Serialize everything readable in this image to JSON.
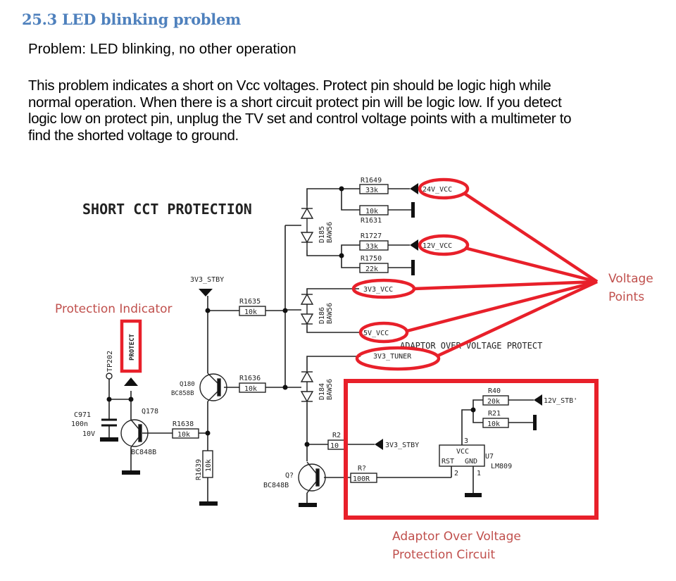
{
  "document": {
    "heading": "25.3 LED blinking problem",
    "problem_line": "Problem: LED blinking, no other operation",
    "paragraph_lines": [
      "This problem indicates a short on Vcc voltages. Protect pin should be logic high while",
      "normal operation. When there is a short circuit protect pin will be logic low. If you detect",
      "logic low on protect pin, unplug the TV set and control voltage points with a multimeter to",
      "find the shorted voltage to ground."
    ]
  },
  "schematic": {
    "title": "SHORT CCT PROTECTION",
    "adaptor_label": "ADAPTOR OVER VOLTAGE PROTECT",
    "colors": {
      "annotation_red": "#e8202a",
      "annotation_text": "#c0504d",
      "wire": "#222222"
    },
    "resistors": {
      "r1649": {
        "ref": "R1649",
        "value": "33k"
      },
      "r1631": {
        "ref": "R1631",
        "value": "10k"
      },
      "r1727": {
        "ref": "R1727",
        "value": "33k"
      },
      "r1750": {
        "ref": "R1750",
        "value": "22k"
      },
      "r1635": {
        "ref": "R1635",
        "value": "10k"
      },
      "r1636": {
        "ref": "R1636",
        "value": "10k"
      },
      "r1638": {
        "ref": "R1638",
        "value": "10k"
      },
      "r1639": {
        "ref": "R1639",
        "value": "10k"
      },
      "r2": {
        "ref": "R2",
        "value": "10"
      },
      "r7": {
        "ref": "R?",
        "value": "100R"
      },
      "r40": {
        "ref": "R40",
        "value": "20k"
      },
      "r21": {
        "ref": "R21",
        "value": "10k"
      }
    },
    "diodes": {
      "d185": {
        "ref": "D185",
        "part": "BAW56"
      },
      "d186": {
        "ref": "D186",
        "part": "BAW56"
      },
      "d184": {
        "ref": "D184",
        "part": "BAW56"
      }
    },
    "transistors": {
      "q180": {
        "ref": "Q180",
        "part": "BC858B"
      },
      "q178": {
        "ref": "Q178",
        "part": "BC848B"
      },
      "q7": {
        "ref": "Q?",
        "part": "BC848B"
      }
    },
    "capacitor": {
      "ref": "C971",
      "value": "100n",
      "voltage": "10V"
    },
    "ic": {
      "ref": "U7",
      "part": "LM809",
      "pin_vcc": "VCC",
      "pin_rst": "RST",
      "pin_gnd": "GND",
      "pin3": "3",
      "pin2": "2",
      "pin1": "1"
    },
    "test_point": "TP202",
    "protect_net": "PROTECT",
    "nets": {
      "v24": "24V_VCC",
      "v12": "12V_VCC",
      "v3v3": "3V3_VCC",
      "v5": "5V_VCC",
      "v3v3_tuner": "3V3_TUNER",
      "v3v3_stby_top": "3V3_STBY",
      "v3v3_stby_r2": "3V3_STBY",
      "v12_stby": "12V_STB'"
    }
  },
  "annotations": {
    "protection_indicator": "Protection Indicator",
    "voltage_points_line1": "Voltage",
    "voltage_points_line2": "Points",
    "adaptor_circuit_line1": "Adaptor Over Voltage",
    "adaptor_circuit_line2": "Protection Circuit"
  }
}
